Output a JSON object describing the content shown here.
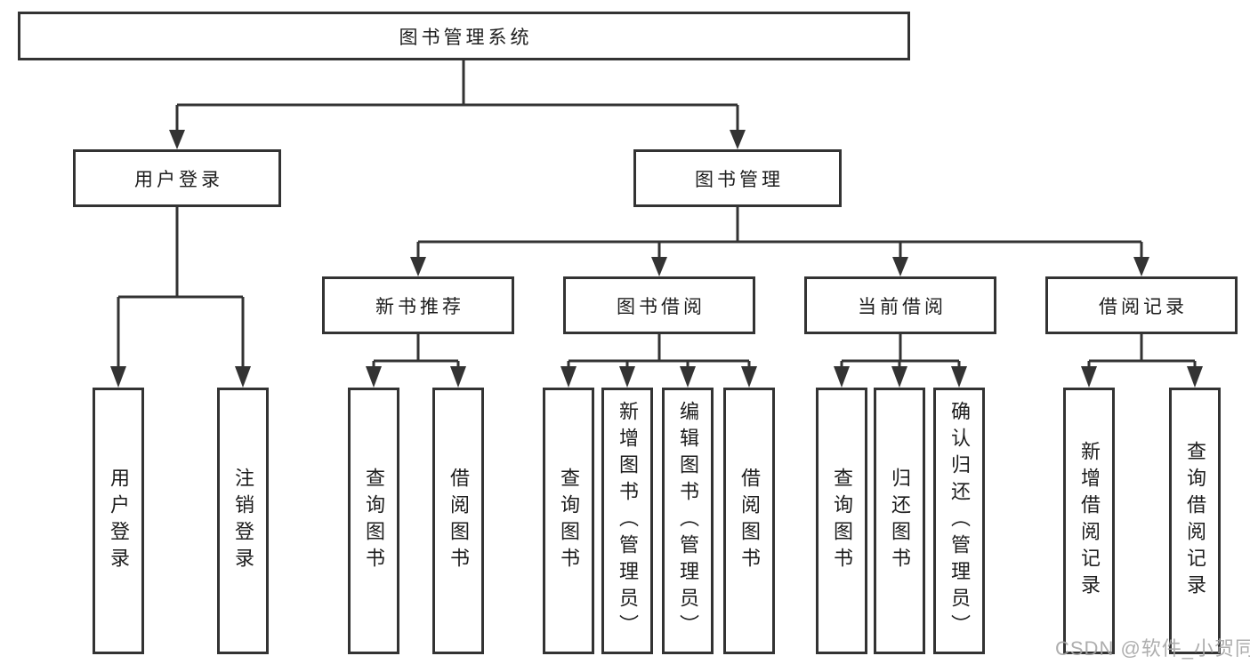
{
  "diagram_title": "图书管理系统",
  "tree": {
    "root": {
      "label": "图书管理系统",
      "children": [
        {
          "label": "用户登录",
          "children": [
            {
              "label": "用户登录"
            },
            {
              "label": "注销登录"
            }
          ]
        },
        {
          "label": "图书管理",
          "children": [
            {
              "label": "新书推荐",
              "children": [
                {
                  "label": "查询图书"
                },
                {
                  "label": "借阅图书"
                }
              ]
            },
            {
              "label": "图书借阅",
              "children": [
                {
                  "label": "查询图书"
                },
                {
                  "label": "新增图书（管理员）"
                },
                {
                  "label": "编辑图书（管理员）"
                },
                {
                  "label": "借阅图书"
                }
              ]
            },
            {
              "label": "当前借阅",
              "children": [
                {
                  "label": "查询图书"
                },
                {
                  "label": "归还图书"
                },
                {
                  "label": "确认归还（管理员）"
                }
              ]
            },
            {
              "label": "借阅记录",
              "children": [
                {
                  "label": "新增借阅记录"
                },
                {
                  "label": "查询借阅记录"
                }
              ]
            }
          ]
        }
      ]
    }
  },
  "watermark": {
    "text": "CSDN @软件_小贺同学"
  },
  "colors": {
    "line": "#333333",
    "box_border": "#333333",
    "box_background": "#ffffff",
    "text": "#1d1d1d",
    "watermark": "#a5a5a5"
  }
}
